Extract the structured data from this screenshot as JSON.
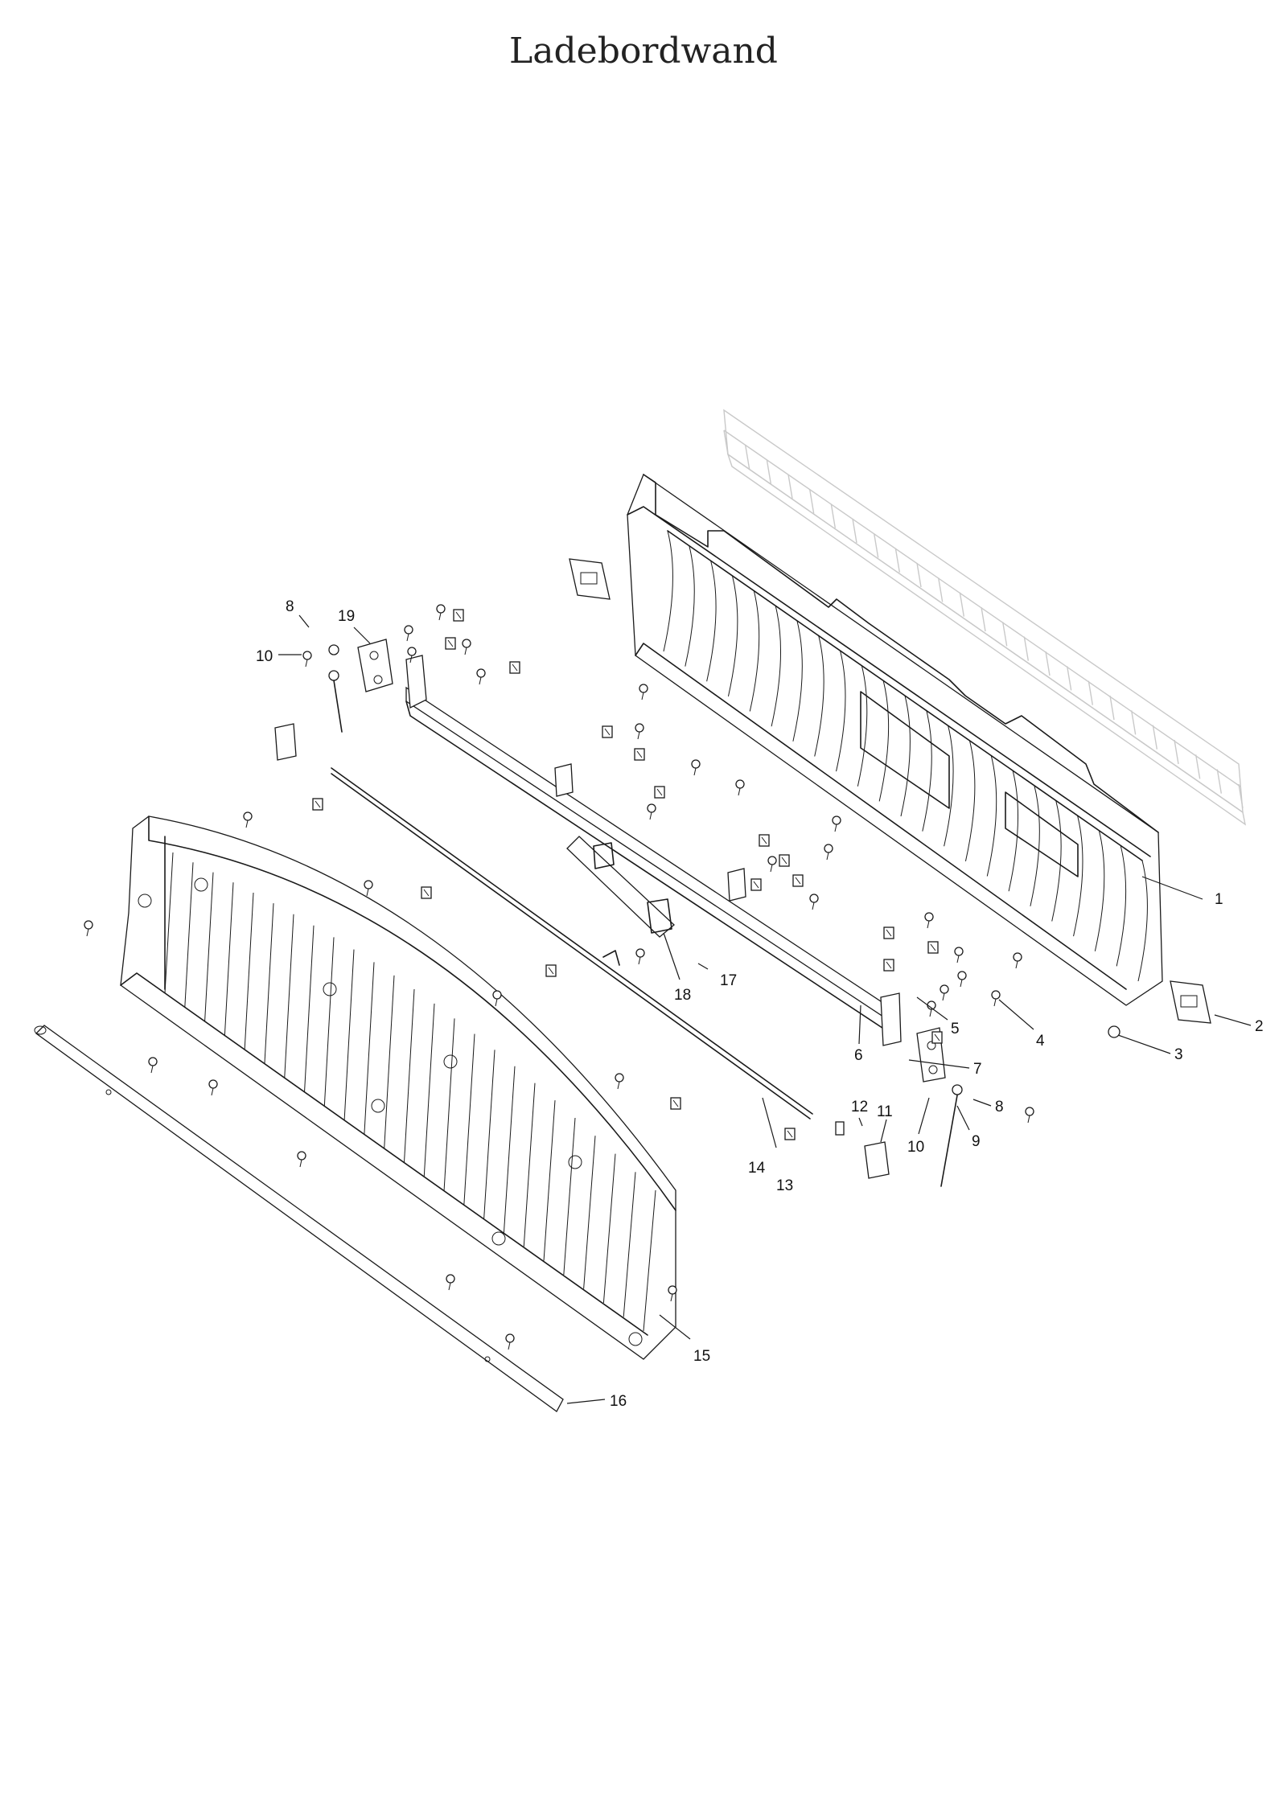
{
  "title": "Ladebordwand",
  "callouts": [
    {
      "id": "1",
      "text": "1"
    },
    {
      "id": "2",
      "text": "2"
    },
    {
      "id": "3",
      "text": "3"
    },
    {
      "id": "4",
      "text": "4"
    },
    {
      "id": "5",
      "text": "5"
    },
    {
      "id": "6",
      "text": "6"
    },
    {
      "id": "7",
      "text": "7"
    },
    {
      "id": "8a",
      "text": "8"
    },
    {
      "id": "8b",
      "text": "8"
    },
    {
      "id": "9",
      "text": "9"
    },
    {
      "id": "10a",
      "text": "10"
    },
    {
      "id": "10b",
      "text": "10"
    },
    {
      "id": "11",
      "text": "11"
    },
    {
      "id": "12",
      "text": "12"
    },
    {
      "id": "13",
      "text": "13"
    },
    {
      "id": "14",
      "text": "14"
    },
    {
      "id": "15",
      "text": "15"
    },
    {
      "id": "16",
      "text": "16"
    },
    {
      "id": "17",
      "text": "17"
    },
    {
      "id": "18",
      "text": "18"
    },
    {
      "id": "19",
      "text": "19"
    }
  ]
}
